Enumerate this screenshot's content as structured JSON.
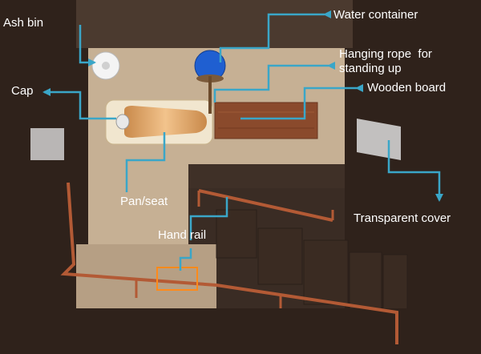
{
  "labels": {
    "ash_bin": "Ash bin",
    "water_container": "Water container",
    "hanging_rope": "Hanging rope  for\nstanding up",
    "cap": "Cap",
    "wooden_board": "Wooden board",
    "pan_seat": "Pan/seat",
    "hand_rail": "Hand rail",
    "transparent_cover": "Transparent cover"
  },
  "colors": {
    "background": "#3a2c24",
    "floor": "#c6b094",
    "wall_dark": "#2f221b",
    "wall_mid": "#4b3a2f",
    "board": "#8a4a2c",
    "rail": "#b35a35",
    "leader": "#3aa6c8",
    "water": "#1f5fd1",
    "pan": "#d9a15e",
    "seat": "#f1e6cf",
    "window": "#dcdcdc",
    "highlight_box": "#ff8a1a"
  }
}
